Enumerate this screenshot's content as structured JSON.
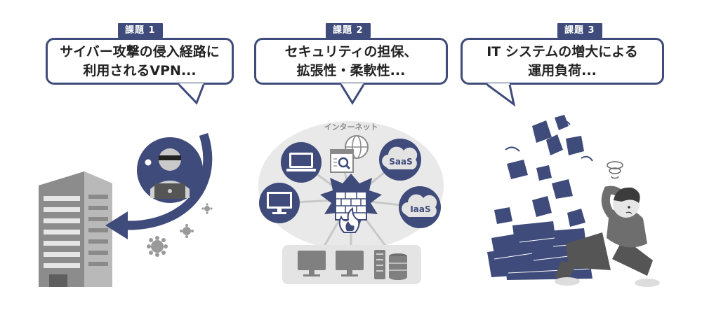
{
  "issues": [
    {
      "tag": "課題 1",
      "line1": "サイバー攻撃の侵入経路に",
      "line2": "利用されるVPN..."
    },
    {
      "tag": "課題 2",
      "line1": "セキュリティの担保、",
      "line2": "拡張性・柔軟性..."
    },
    {
      "tag": "課題 3",
      "line1": "IT システムの増大による",
      "line2": "運用負荷..."
    }
  ],
  "network": {
    "internet_label": "インターネット",
    "saas_label": "SaaS",
    "iaas_label": "IaaS"
  },
  "icons": [
    "building-icon",
    "hacker-icon",
    "virus-icon",
    "attack-arrow-icon",
    "laptop-icon",
    "browser-icon",
    "cloud-icon",
    "monitor-icon",
    "firewall-icon",
    "server-icon",
    "papers-icon",
    "worried-person-icon"
  ],
  "colors": {
    "accent": "#3f4b7a",
    "gray_dark": "#6b6b6b",
    "gray_light": "#c8c8c8"
  }
}
